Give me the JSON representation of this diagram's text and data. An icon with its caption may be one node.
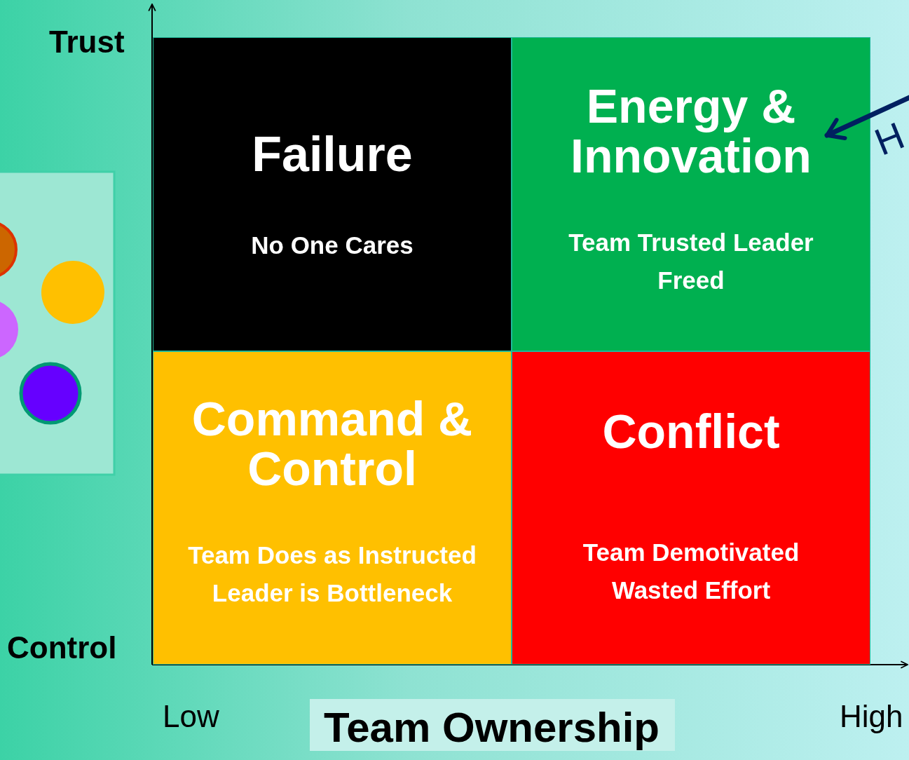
{
  "diagram": {
    "nodes": [
      {
        "text": [
          "Failure",
          "No One Cares"
        ]
      },
      {
        "text": [
          "Energy & Innovation",
          "Team Trusted Leader Freed"
        ]
      },
      {
        "text": [
          "Command & Control",
          "Team Does as Instructed Leader is Bottleneck"
        ]
      },
      {
        "text": [
          "Conflict",
          "Team Demotivated Wasted Effort"
        ]
      }
    ],
    "edges": [
      {
        "from": null,
        "to": 1,
        "arrow": "to"
      }
    ],
    "labels": [
      "Trust",
      "H",
      "Control",
      "Low",
      "Team Ownership",
      "High"
    ]
  }
}
